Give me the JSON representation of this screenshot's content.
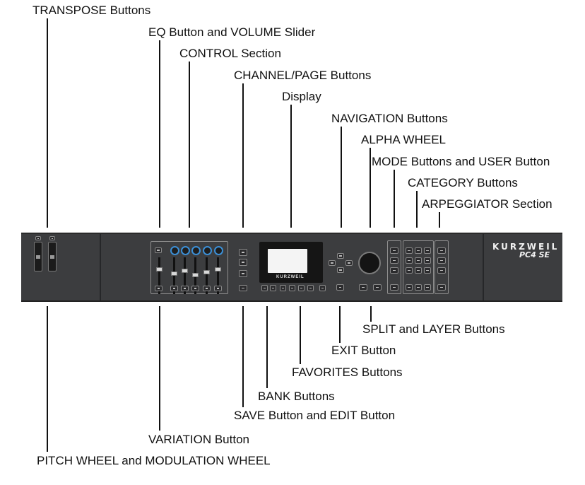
{
  "labels_top": [
    {
      "id": "transpose",
      "text": "TRANSPOSE Buttons"
    },
    {
      "id": "eq-volume",
      "text": "EQ Button and VOLUME Slider"
    },
    {
      "id": "control",
      "text": "CONTROL Section"
    },
    {
      "id": "channel-page",
      "text": "CHANNEL/PAGE Buttons"
    },
    {
      "id": "display",
      "text": "Display"
    },
    {
      "id": "navigation",
      "text": "NAVIGATION Buttons"
    },
    {
      "id": "alpha-wheel",
      "text": "ALPHA WHEEL"
    },
    {
      "id": "mode-user",
      "text": "MODE Buttons and USER Button"
    },
    {
      "id": "category",
      "text": "CATEGORY Buttons"
    },
    {
      "id": "arpeggiator",
      "text": "ARPEGGIATOR Section"
    }
  ],
  "labels_bottom": [
    {
      "id": "split-layer",
      "text": "SPLIT and LAYER Buttons"
    },
    {
      "id": "exit",
      "text": "EXIT Button"
    },
    {
      "id": "favorites",
      "text": "FAVORITES Buttons"
    },
    {
      "id": "bank",
      "text": "BANK Buttons"
    },
    {
      "id": "save-edit",
      "text": "SAVE Button and EDIT Button"
    },
    {
      "id": "variation",
      "text": "VARIATION Button"
    },
    {
      "id": "pitch-mod",
      "text": "PITCH WHEEL and MODULATION WHEEL"
    }
  ],
  "panel": {
    "brand": "KURZWEIL",
    "model": "PC4 SE",
    "display_logo": "KURZWEIL"
  },
  "colors": {
    "panel": "#3c3d3f",
    "knob_ring": "#3b8fd6",
    "leader": "#111111"
  }
}
